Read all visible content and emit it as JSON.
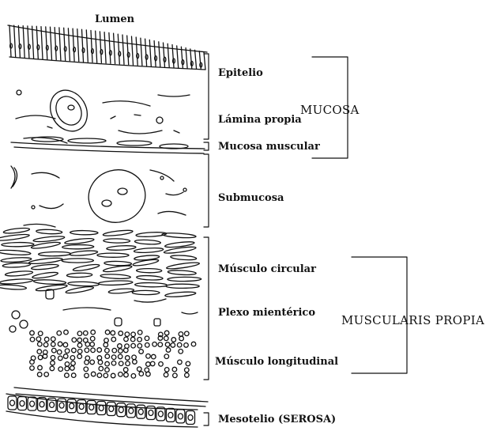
{
  "title": "Lumen",
  "layers": {
    "epitelio": "Epitelio",
    "lamina_propia": "Lámina propia",
    "mucosa_muscular": "Mucosa muscular",
    "submucosa": "Submucosa",
    "musculo_circular": "Músculo circular",
    "plexo_mienterico": "Plexo mientérico",
    "musculo_longitudinal": "Músculo longitudinal",
    "mesotelio": "Mesotelio (SEROSA)"
  },
  "groups": {
    "mucosa": "MUCOSA",
    "muscularis_propia": "MUSCULARIS PROPIA"
  },
  "colors": {
    "ink": "#111111",
    "background": "#ffffff"
  }
}
